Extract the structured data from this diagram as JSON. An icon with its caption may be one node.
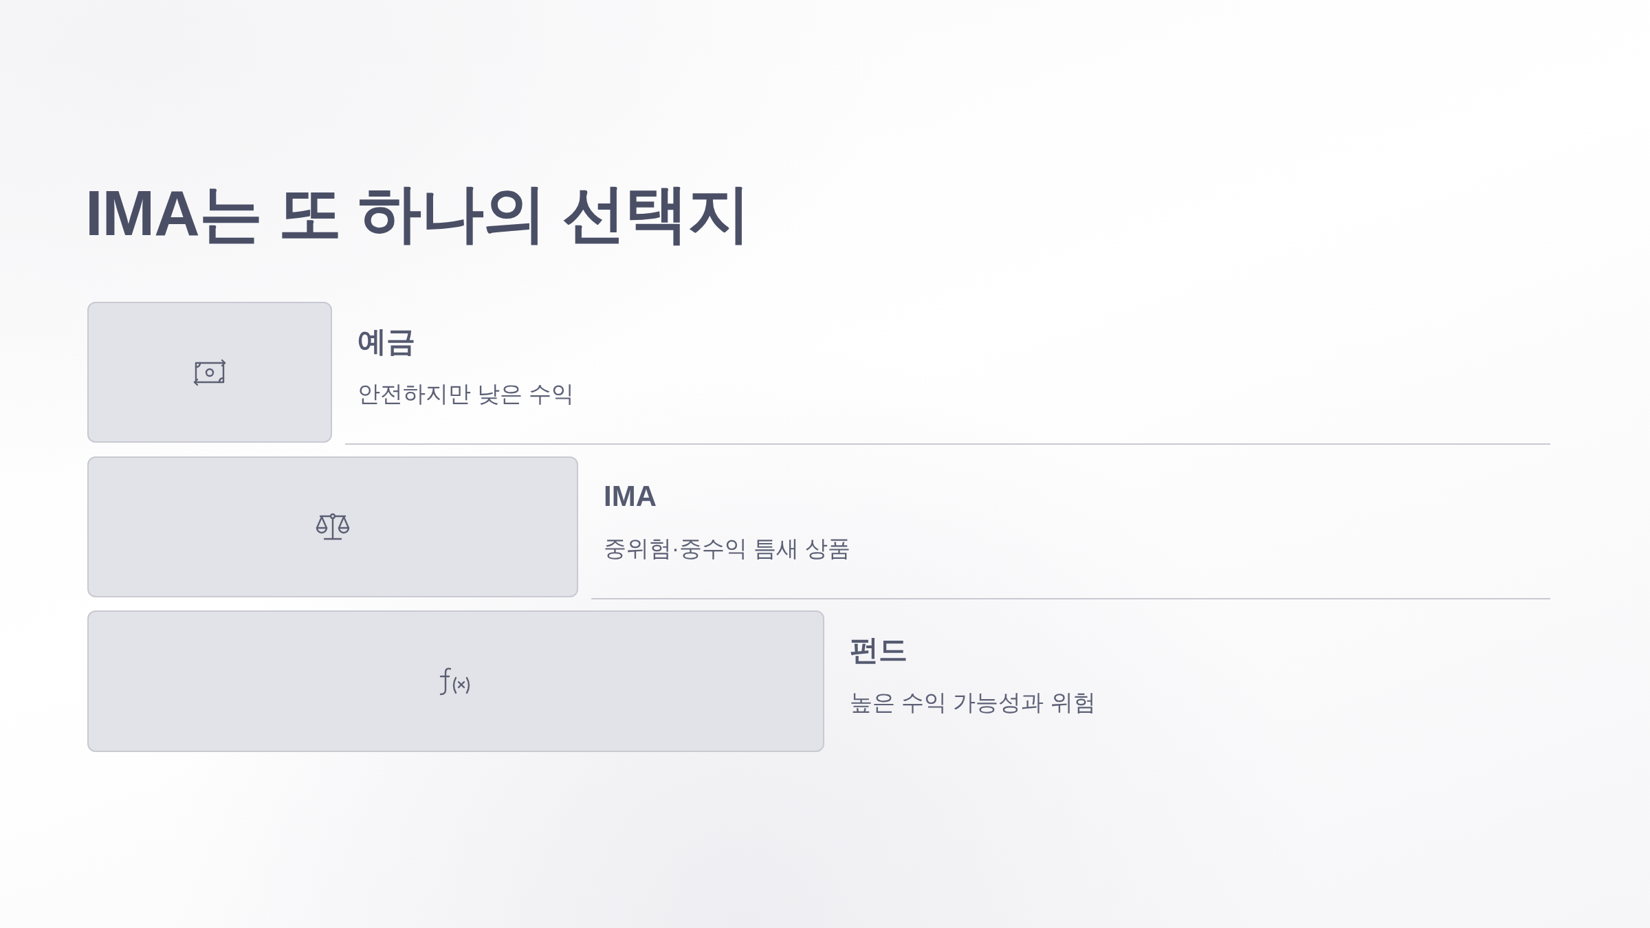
{
  "diagram": {
    "title": "IMA는 또 하나의 선택지",
    "nodes": [
      {
        "text": [],
        "shape": "bar",
        "beside": [
          "예금",
          "안전하지만 낮은 수익"
        ]
      },
      {
        "text": [],
        "shape": "bar",
        "beside": [
          "IMA",
          "중위험·중수익 틈새 상품"
        ]
      },
      {
        "text": [],
        "shape": "bar",
        "beside": [
          "펀드",
          "높은 수익 가능성과 위험"
        ]
      }
    ]
  }
}
